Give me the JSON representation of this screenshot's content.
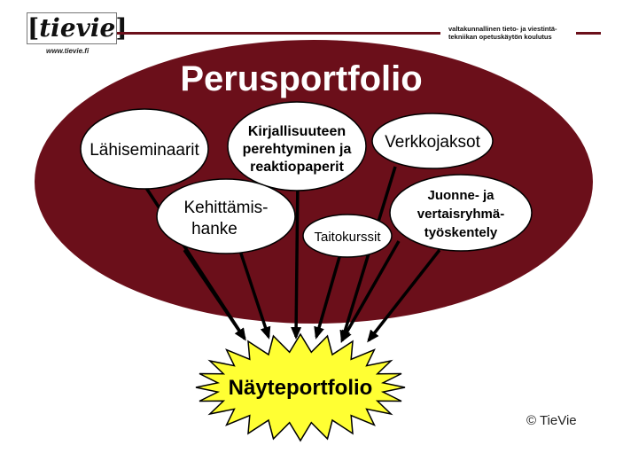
{
  "header": {
    "logo_text": "tievie",
    "logo_url": "www.tievie.fi",
    "tagline_line1": "valtakunnallinen tieto- ja viestintä-",
    "tagline_line2": "tekniikan opetuskäytön koulutus"
  },
  "diagram": {
    "title": "Perusportfolio",
    "nodes": {
      "lahiseminaarit": [
        "Lähiseminaarit"
      ],
      "kirjallisuus": [
        "Kirjallisuuteen",
        "perehtyminen ja",
        "reaktiopaperit"
      ],
      "verkkojaksot": [
        "Verkkojaksot"
      ],
      "kehittamis": [
        "Kehittämis-",
        "hanke"
      ],
      "taitokurssit": [
        "Taitokurssit"
      ],
      "juonne": [
        "Juonne- ja",
        "vertaisryhmä-",
        "työskentely"
      ]
    },
    "target": "Näyteportfolio"
  },
  "copyright": "© TieVie",
  "colors": {
    "maroon": "#6b0f1a",
    "star": "#ffff33",
    "node_fill": "#ffffff",
    "arrow": "#000000"
  }
}
